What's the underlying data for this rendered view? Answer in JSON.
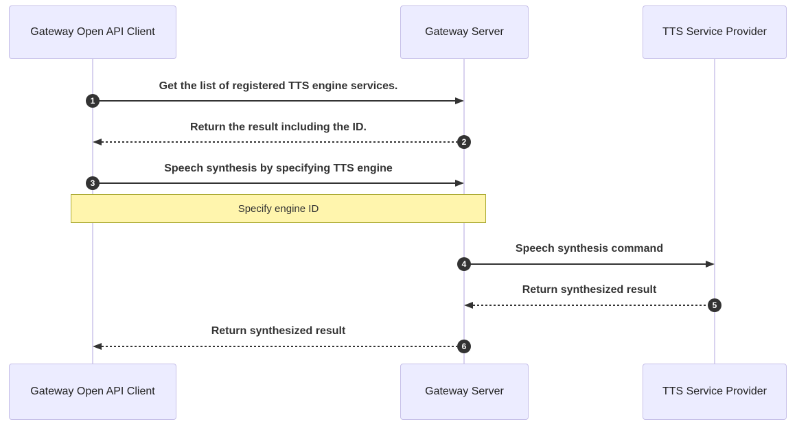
{
  "diagram": {
    "type": "sequence-diagram",
    "background": "#FFFFFF"
  },
  "actors": [
    {
      "id": "client",
      "label": "Gateway Open API Client"
    },
    {
      "id": "server",
      "label": "Gateway Server"
    },
    {
      "id": "tts",
      "label": "TTS Service Provider"
    }
  ],
  "messages": [
    {
      "num": "1",
      "label": "Get the list of registered TTS engine services.",
      "from": "client",
      "to": "server",
      "line": "solid"
    },
    {
      "num": "2",
      "label": "Return the result including the ID.",
      "from": "server",
      "to": "client",
      "line": "dotted"
    },
    {
      "num": "3",
      "label": "Speech synthesis by specifying TTS engine",
      "from": "client",
      "to": "server",
      "line": "solid"
    },
    {
      "num": "4",
      "label": "Speech synthesis command",
      "from": "server",
      "to": "tts",
      "line": "solid"
    },
    {
      "num": "5",
      "label": "Return synthesized result",
      "from": "tts",
      "to": "server",
      "line": "dotted"
    },
    {
      "num": "6",
      "label": "Return synthesized result",
      "from": "server",
      "to": "client",
      "line": "dotted"
    }
  ],
  "note": {
    "label": "Specify engine ID",
    "over": [
      "client",
      "server"
    ]
  },
  "colors": {
    "actor_fill": "#ECECFF",
    "actor_border": "#C6BFE8",
    "lifeline": "#D8D2EF",
    "note_fill": "#FFF5AD",
    "note_border": "#AAAA33",
    "arrow": "#333333",
    "message_text": "#333333",
    "badge_fill": "#333333",
    "badge_text": "#FFFFFF"
  }
}
